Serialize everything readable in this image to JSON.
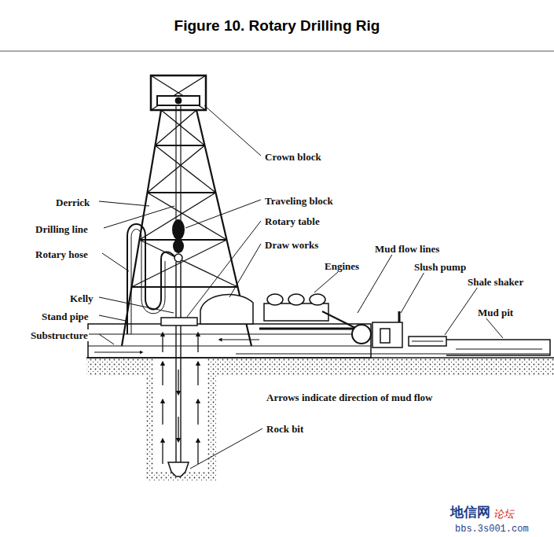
{
  "diagram": {
    "title": "Figure 10. Rotary Drilling Rig",
    "labels": [
      "Crown block",
      "Traveling block",
      "Rotary table",
      "Draw works",
      "Derrick",
      "Drilling line",
      "Rotary hose",
      "Kelly",
      "Stand pipe",
      "Substructure",
      "Engines",
      "Mud flow lines",
      "Slush pump",
      "Shale shaker",
      "Mud pit",
      "Arrows indicate direction of mud flow",
      "Rock bit",
      "地信网",
      "论坛",
      "bbs.3s001.com"
    ]
  }
}
